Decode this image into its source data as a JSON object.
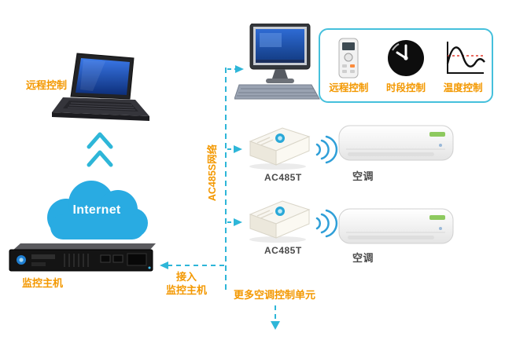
{
  "labels": {
    "remote_control": "远程控制",
    "internet": "Internet",
    "monitor_host": "监控主机",
    "bus_network": "AC485S网络",
    "access_note_line1": "接入",
    "access_note_line2": "监控主机",
    "more_units": "更多空调控制单元",
    "adapter1": "AC485T",
    "adapter2": "AC485T",
    "ac1": "空调",
    "ac2": "空调"
  },
  "feature_box": {
    "items": [
      {
        "icon": "remote-control-icon",
        "label": "远程控制"
      },
      {
        "icon": "clock-icon",
        "label": "时段控制"
      },
      {
        "icon": "temperature-chart-icon",
        "label": "温度控制"
      }
    ]
  },
  "icons": {
    "wireless": "wireless-signal-icon",
    "up_arrow": "chevron-up-arrow",
    "down_arrow": "down-arrow"
  },
  "colors": {
    "accent_orange": "#f39800",
    "connector_cyan": "#2eb6d8",
    "cloud_blue": "#29abe2",
    "feature_box_border": "#45c0dc",
    "screen_blue": "#2e6bd4"
  }
}
